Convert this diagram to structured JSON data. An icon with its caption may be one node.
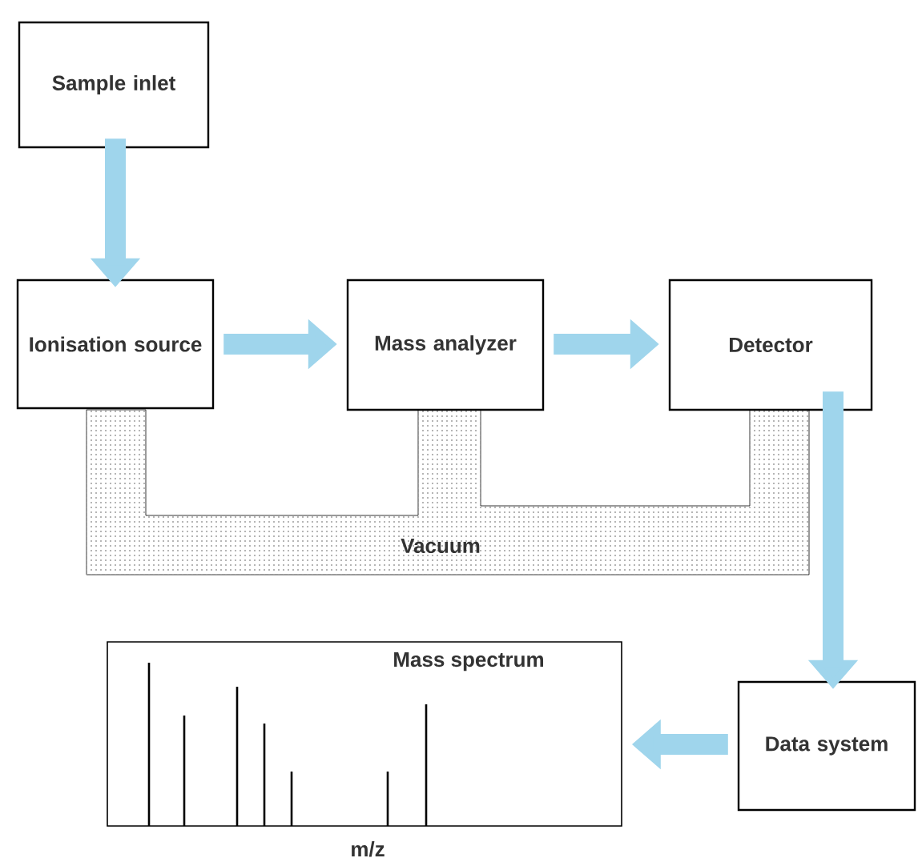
{
  "diagram": {
    "nodes": [
      {
        "text": [
          "Sample inlet"
        ]
      },
      {
        "text": [
          "Ionisation source"
        ]
      },
      {
        "text": [
          "Mass analyzer"
        ]
      },
      {
        "text": [
          "Detector"
        ]
      },
      {
        "text": [
          "Vacuum"
        ]
      },
      {
        "text": [
          "Data system"
        ]
      },
      {
        "text": [
          "Mass spectrum"
        ],
        "beside": [
          "m/z"
        ]
      }
    ],
    "edges": [
      {
        "from": 0,
        "to": 1,
        "arrow": "to"
      },
      {
        "from": 1,
        "to": 2,
        "arrow": "to"
      },
      {
        "from": 2,
        "to": 3,
        "arrow": "to"
      },
      {
        "from": 3,
        "to": 5,
        "arrow": "to"
      },
      {
        "from": 5,
        "to": 6,
        "arrow": "to"
      }
    ]
  }
}
